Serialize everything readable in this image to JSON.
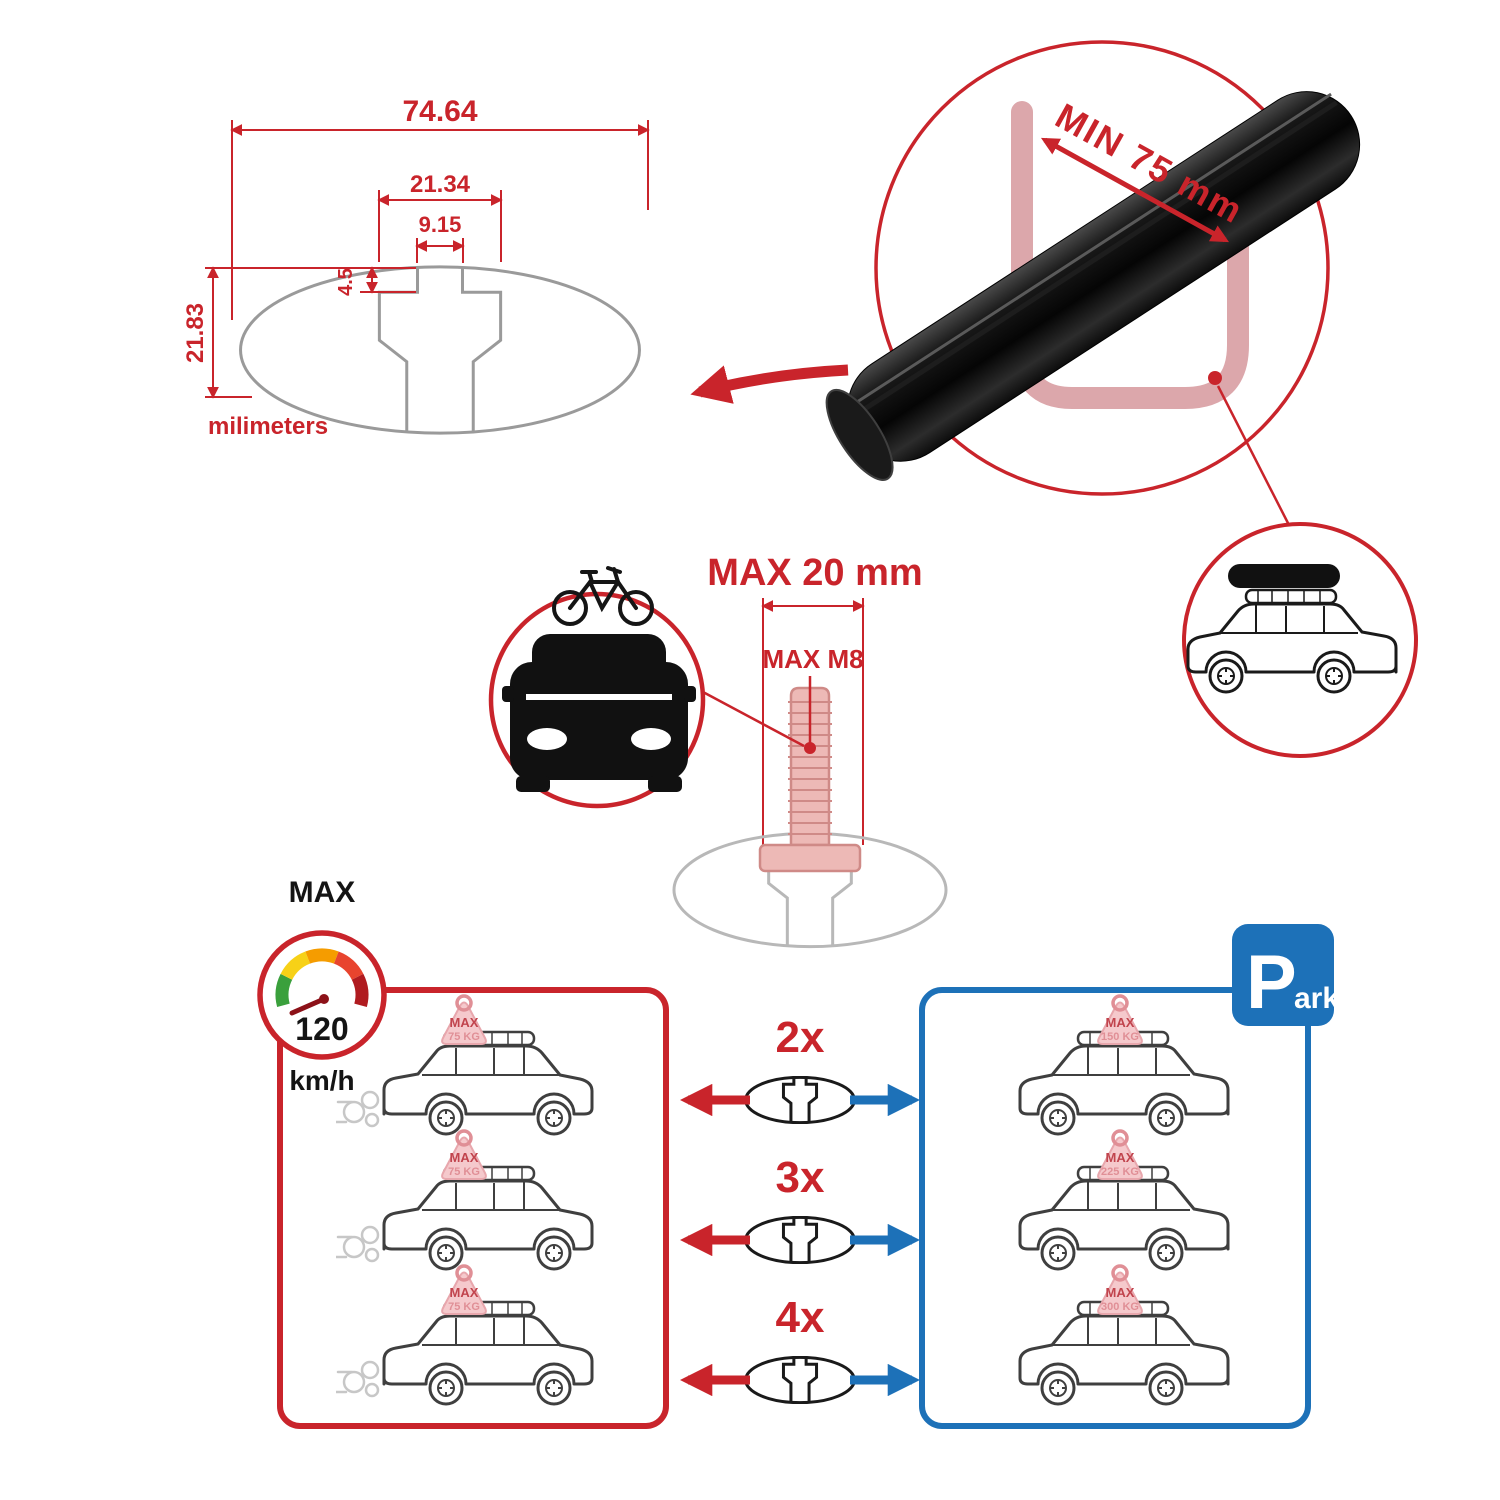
{
  "colors": {
    "accent_red": "#c9242b",
    "accent_blue": "#1d71b8",
    "bar_black": "#111111",
    "sketch_gray": "#9a9a9a",
    "bolt_pink": "#edb9b6",
    "tag_pink": "#f5c9cc"
  },
  "profile_dimensions": {
    "total_width": "74.64",
    "channel_width": "21.34",
    "slot_width": "9.15",
    "lip_depth": "4.5",
    "total_height": "21.83",
    "units_label": "milimeters"
  },
  "clamp_detail": {
    "min_span": "MIN 75 mm"
  },
  "bolt_detail": {
    "max_width": "MAX 20 mm",
    "max_thread": "MAX M8"
  },
  "speed_limit": {
    "label": "MAX",
    "value": "120",
    "unit": "km/h"
  },
  "park_sign": {
    "letter": "P",
    "suffix": "ark"
  },
  "capacity": {
    "counts": [
      "2x",
      "3x",
      "4x"
    ],
    "driving": [
      {
        "label": "MAX",
        "value": "75 KG"
      },
      {
        "label": "MAX",
        "value": "75 KG"
      },
      {
        "label": "MAX",
        "value": "75 KG"
      }
    ],
    "parked": [
      {
        "label": "MAX",
        "value": "150 KG"
      },
      {
        "label": "MAX",
        "value": "225 KG"
      },
      {
        "label": "MAX",
        "value": "300 KG"
      }
    ]
  }
}
